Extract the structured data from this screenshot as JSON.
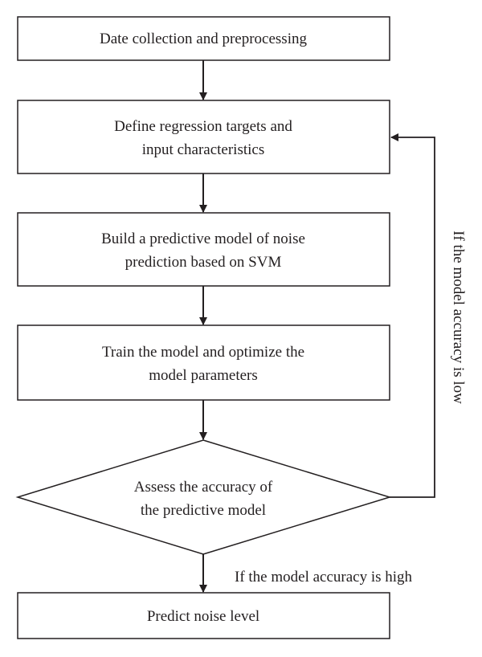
{
  "flowchart": {
    "step1": "Date collection and preprocessing",
    "step2": [
      "Define regression targets and",
      "input characteristics"
    ],
    "step3": [
      "Build a predictive model of noise",
      "prediction based on SVM"
    ],
    "step4": [
      "Train the model and optimize the",
      "model parameters"
    ],
    "decision": [
      "Assess the accuracy of",
      "the predictive model"
    ],
    "step5": "Predict noise level",
    "label_low": "If the model accuracy is low",
    "label_high": "If the model accuracy is high"
  }
}
